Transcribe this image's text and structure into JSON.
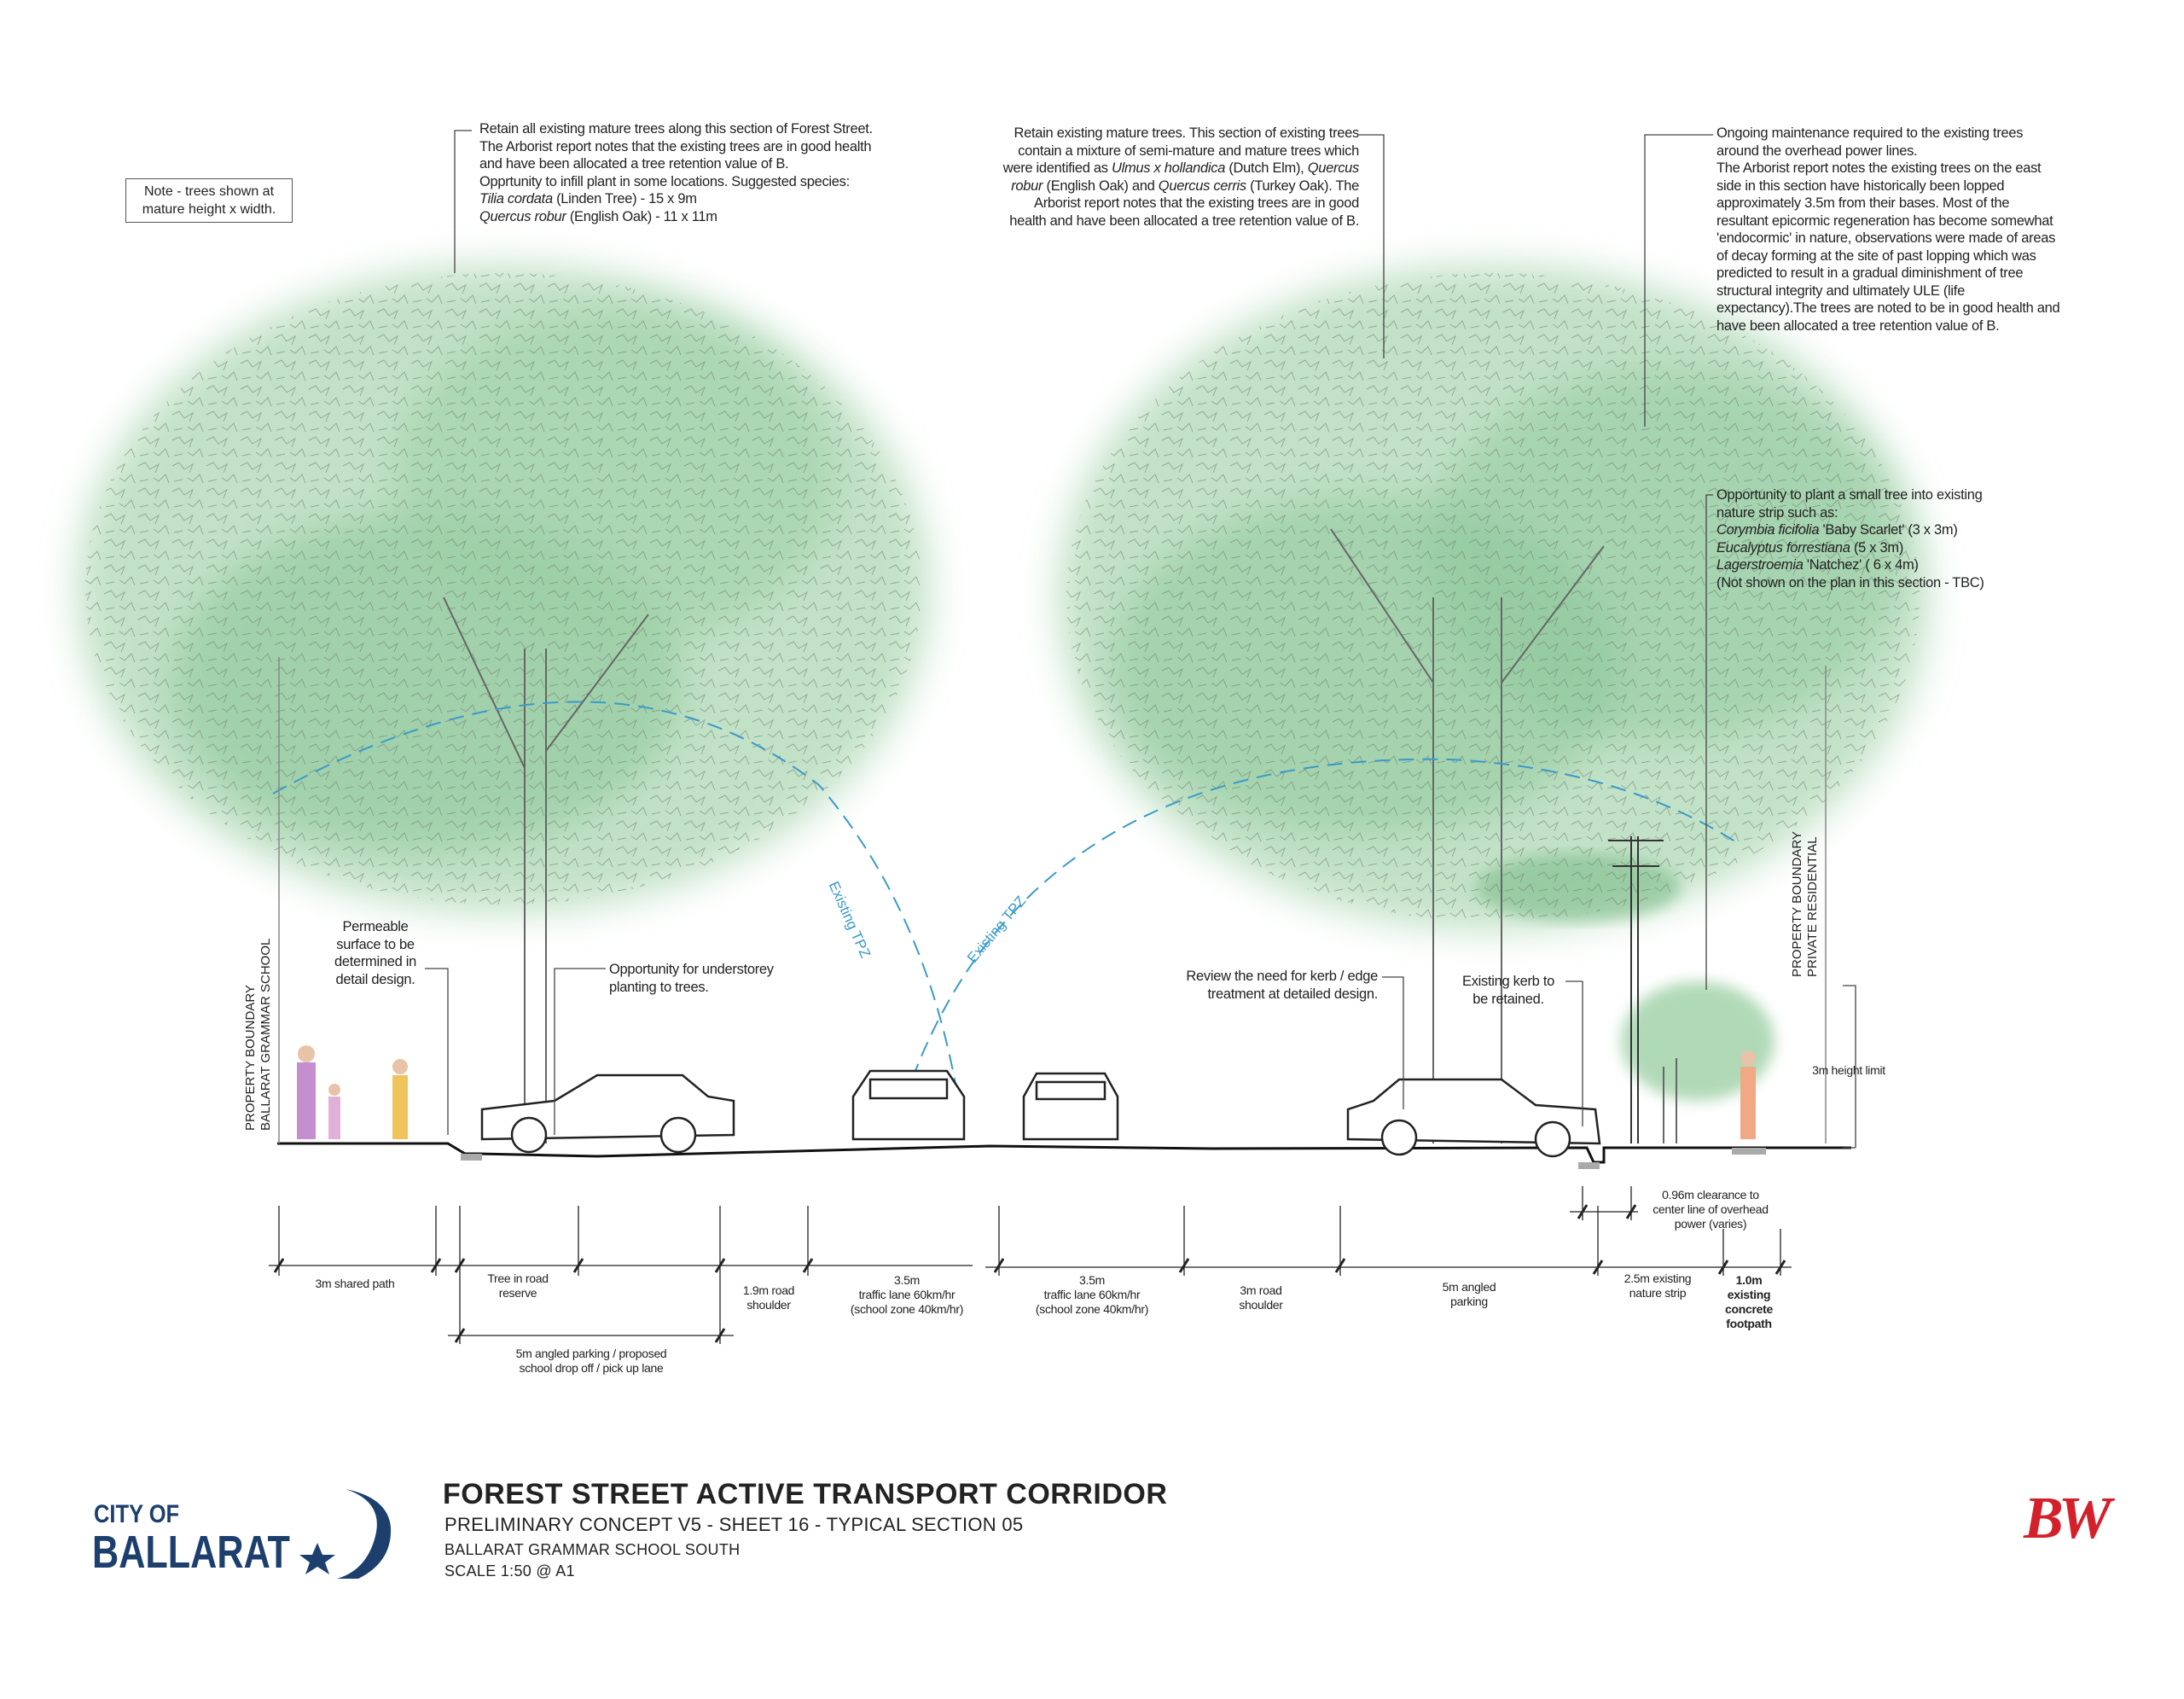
{
  "note": {
    "lines": [
      "Note - trees shown at",
      "mature height x width."
    ]
  },
  "annotations": {
    "left_tree": [
      "Retain all existing mature trees along this section of Forest Street.",
      "The Arborist report notes that the existing trees are in good health",
      "and have been allocated a tree retention value of B.",
      "Opprtunity to infill plant in some locations. Suggested species:",
      "*Tilia cordata* (Linden Tree) - 15 x 9m",
      "*Quercus robur* (English Oak) - 11 x 11m"
    ],
    "middle_tree": [
      "Retain existing mature trees. This section of existing trees",
      "contain a mixture of semi-mature and mature trees which",
      "were identified as *Ulmus x hollandica* (Dutch Elm), *Quercus*",
      "*robur* (English Oak) and *Quercus cerris* (Turkey Oak). The",
      "Arborist report notes that the existing trees are in good",
      "health and have been allocated a tree retention value of B."
    ],
    "right_tree": [
      "Ongoing maintenance required to the existing trees",
      "around the overhead power lines.",
      "The Arborist report notes the existing trees on the east",
      "side in this section have historically been lopped",
      "approximately 3.5m from their bases. Most of the",
      "resultant epicormic regeneration has become somewhat",
      "'endocormic' in nature, observations were made of areas",
      "of decay forming at the site of past lopping which was",
      "predicted to result in a gradual diminishment of tree",
      "structural integrity and ultimately ULE (life",
      "expectancy).The trees are noted to be in good health and",
      "have been allocated a tree retention value of B."
    ],
    "small_tree": [
      "Opportunity to plant a small tree into existing",
      "nature strip such as:",
      "*Corymbia ficifolia* 'Baby Scarlet' (3 x 3m)",
      "*Eucalyptus forrestiana* (5 x 3m)",
      "*Lagerstroemia* 'Natchez' ( 6 x 4m)",
      "(Not shown on the plan in this section - TBC)"
    ],
    "permeable": [
      "Permeable",
      "surface to be",
      "determined in",
      "detail design."
    ],
    "understorey": [
      "Opportunity for understorey",
      "planting to trees."
    ],
    "kerb_review": [
      "Review the need for kerb / edge",
      "treatment at detailed design."
    ],
    "kerb_retained": [
      "Existing kerb to",
      "be retained."
    ]
  },
  "tpz_label": "Existing TPZ",
  "boundaries": {
    "left": [
      "PROPERTY BOUNDARY",
      "BALLARAT GRAMMAR SCHOOL"
    ],
    "right": [
      "PROPERTY BOUNDARY",
      "PRIVATE  RESIDENTIAL"
    ]
  },
  "height_limit": "3m height limit",
  "dimensions": {
    "shared_path": [
      "3m shared path"
    ],
    "tree_reserve": [
      "Tree in road",
      "reserve"
    ],
    "angled_parking_west": [
      "5m angled parking / proposed",
      "school drop off / pick up lane"
    ],
    "road_shoulder_west": [
      "1.9m road",
      "shoulder"
    ],
    "traffic_lane_1": [
      "3.5m",
      "traffic lane 60km/hr",
      "(school zone 40km/hr)"
    ],
    "traffic_lane_2": [
      "3.5m",
      "traffic lane 60km/hr",
      "(school zone 40km/hr)"
    ],
    "road_shoulder_east": [
      "3m road",
      "shoulder"
    ],
    "angled_parking_east": [
      "5m angled",
      "parking"
    ],
    "nature_strip": [
      "2.5m existing",
      "nature strip"
    ],
    "footpath": [
      "1.0m",
      "existing",
      "concrete",
      "footpath"
    ],
    "clearance": [
      "0.96m clearance to",
      "center line of overhead",
      "power (varies)"
    ]
  },
  "title_block": {
    "title": "FOREST STREET ACTIVE TRANSPORT CORRIDOR",
    "subtitle": "PRELIMINARY CONCEPT V5 - SHEET 16 - TYPICAL SECTION 05",
    "location": "BALLARAT GRAMMAR SCHOOL SOUTH",
    "scale": "SCALE 1:50 @ A1"
  },
  "logos": {
    "council_line1": "CITY OF",
    "council_line2": "BALLARAT",
    "firm": "BW"
  },
  "colors": {
    "tree": "#8cc79a",
    "tpz": "#3a9ac9",
    "council": "#1d3f6e",
    "firm": "#d4202a"
  }
}
